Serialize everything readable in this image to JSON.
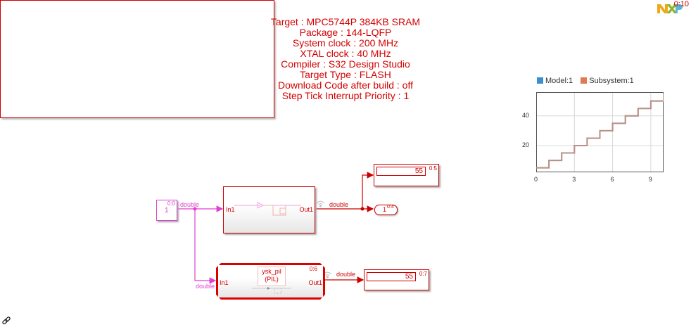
{
  "config_block": {
    "lines": [
      "Target : MPC5744P 384KB SRAM",
      "Package : 144-LQFP",
      "System clock : 200 MHz",
      "XTAL clock : 40 MHz",
      "Compiler : S32 Design Studio",
      "Target Type : FLASH",
      "Download Code after build : off",
      "Step Tick Interrupt Priority : 1"
    ],
    "priority": "0:10",
    "logo": "NXP",
    "link_icon": "link-icon"
  },
  "constant": {
    "value": "1",
    "priority": "0:0"
  },
  "signals": {
    "in_double": "double",
    "in_double_lower": "double",
    "subsystem_out": "double",
    "pil_out": "double"
  },
  "subsystem": {
    "in_port": "In1",
    "out_port": "Out1"
  },
  "display_top": {
    "value": "55",
    "priority": "0:5"
  },
  "outport": {
    "number": "1",
    "priority": "0:4"
  },
  "pil_block": {
    "title": "ysk_pil",
    "mode": "(PIL)",
    "in_port": "In1",
    "out_port": "Out1",
    "priority": "0:6"
  },
  "display_bottom": {
    "value": "55",
    "priority": "0:7"
  },
  "colors": {
    "block_red": "#cc0000",
    "signal_pink": "#e040d0",
    "model_series": "#3a8fd0",
    "subsystem_series": "#e07a50",
    "line": "#b89088"
  },
  "chart_data": {
    "type": "line",
    "title": "",
    "legend": [
      "Model:1",
      "Subsystem:1"
    ],
    "legend_position": "top",
    "xlim": [
      0,
      10
    ],
    "ylim": [
      2,
      56
    ],
    "x_ticks": [
      "0",
      "3",
      "6",
      "9"
    ],
    "y_ticks": [
      "20",
      "40"
    ],
    "grid": true,
    "series": [
      {
        "name": "Model:1",
        "step": true,
        "x": [
          0,
          1,
          2,
          3,
          4,
          5,
          6,
          7,
          8,
          9,
          10
        ],
        "y": [
          5,
          10,
          15,
          20,
          25,
          30,
          35,
          40,
          45,
          50,
          55
        ]
      },
      {
        "name": "Subsystem:1",
        "step": true,
        "x": [
          0,
          1,
          2,
          3,
          4,
          5,
          6,
          7,
          8,
          9,
          10
        ],
        "y": [
          5,
          10,
          15,
          20,
          25,
          30,
          35,
          40,
          45,
          50,
          55
        ]
      }
    ]
  }
}
